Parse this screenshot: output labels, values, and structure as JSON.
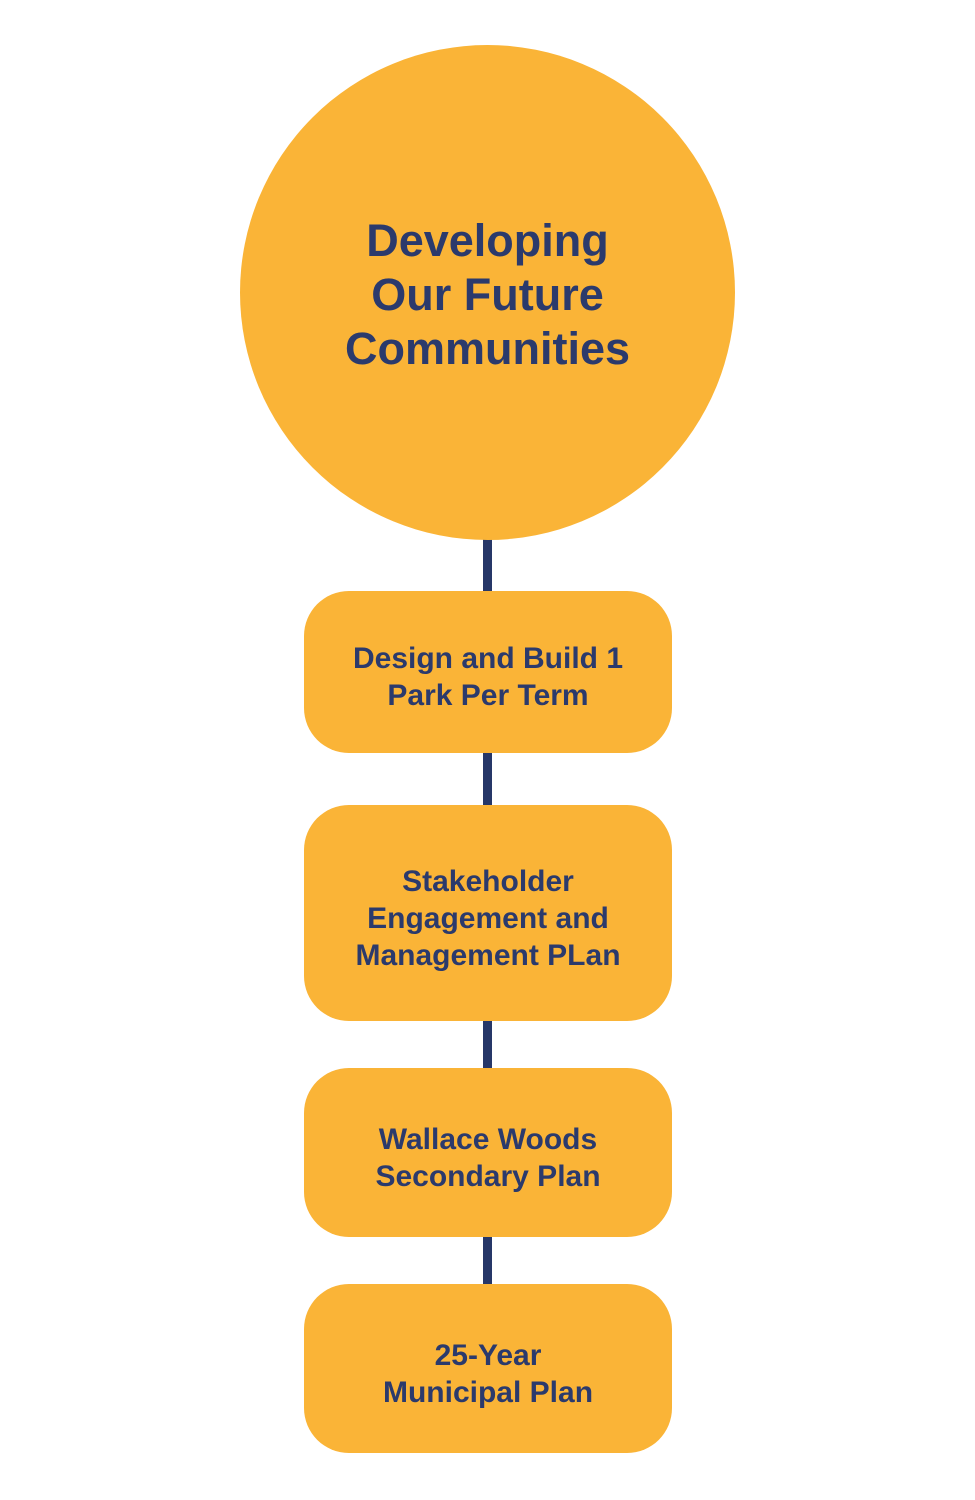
{
  "colors": {
    "node_fill": "#FAB437",
    "text": "#2B3A6C",
    "connector": "#263768",
    "background": "#FFFFFF"
  },
  "root": {
    "label": "Developing\nOur Future\nCommunities"
  },
  "nodes": [
    {
      "label": "Design and Build 1\nPark Per Term"
    },
    {
      "label": "Stakeholder\nEngagement and\nManagement PLan"
    },
    {
      "label": "Wallace Woods\nSecondary Plan"
    },
    {
      "label": "25-Year\nMunicipal Plan"
    }
  ]
}
